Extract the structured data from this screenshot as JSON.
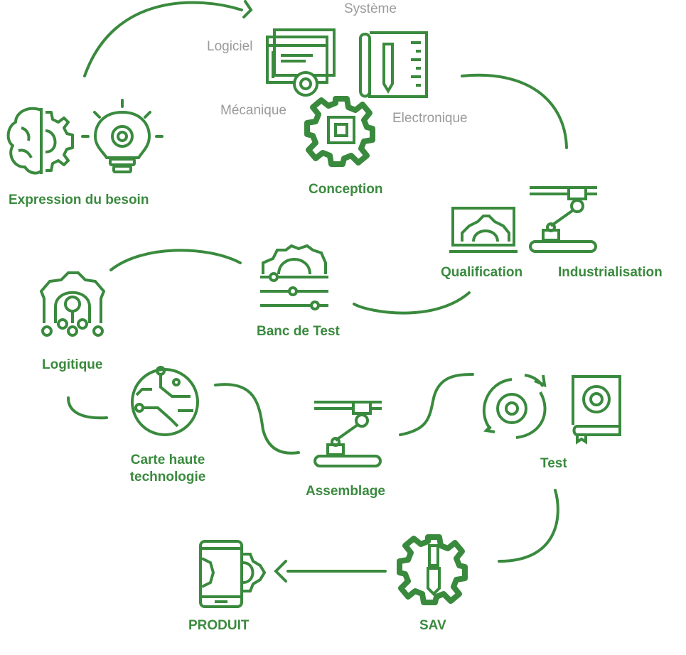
{
  "colors": {
    "accent": "#3a8a3e",
    "muted": "#9a9a9a"
  },
  "steps": {
    "expression": "Expression du besoin",
    "conception": "Conception",
    "qualification": "Qualification",
    "industrialisation": "Industrialisation",
    "banc_de_test": "Banc de Test",
    "logitique": "Logitique",
    "carte_line1": "Carte haute",
    "carte_line2": "technologie",
    "assemblage": "Assemblage",
    "test": "Test",
    "sav": "SAV",
    "produit": "PRODUIT"
  },
  "conception_domains": {
    "systeme": "Système",
    "logiciel": "Logiciel",
    "mecanique": "Mécanique",
    "electronique": "Electronique"
  },
  "icons": [
    "brain-gear-icon",
    "lightbulb-gear-icon",
    "software-window-gear-icon",
    "blueprint-ruler-pencil-icon",
    "chip-gear-icon",
    "laptop-gear-icon",
    "robot-arm-icon",
    "gear-sliders-icon",
    "circuit-gear-icon",
    "circuit-board-icon",
    "robot-arm-assembly-icon",
    "cycle-gear-icon",
    "gear-book-icon",
    "gear-screwdriver-icon",
    "smartphone-gear-icon"
  ]
}
